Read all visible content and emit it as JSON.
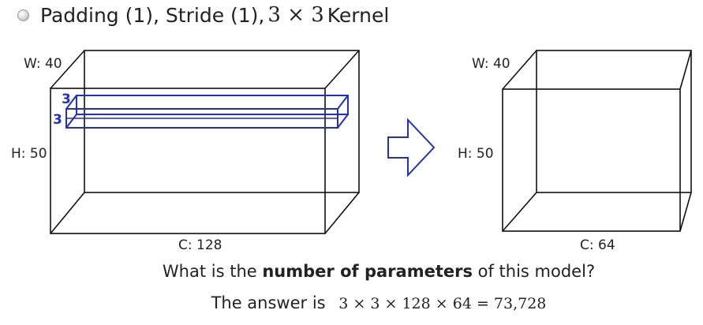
{
  "title": {
    "prefix": "Padding (1), Stride (1),",
    "kernel_math": "3 × 3",
    "suffix": "Kernel"
  },
  "input_volume": {
    "w_label": "W: 40",
    "h_label": "H: 50",
    "c_label": "C: 128"
  },
  "kernel": {
    "label_a": "3",
    "label_b": "3"
  },
  "output_volume": {
    "w_label": "W: 40",
    "h_label": "H: 50",
    "c_label": "C: 64"
  },
  "question": {
    "before": "What is the",
    "emphasis": "number of parameters",
    "after": "of this model?"
  },
  "answer": {
    "prefix": "The answer is",
    "equation": "3 × 3 × 128 × 64 = 73,728"
  },
  "colors": {
    "kernel": "#1f2fcf",
    "lines": "#111111"
  }
}
